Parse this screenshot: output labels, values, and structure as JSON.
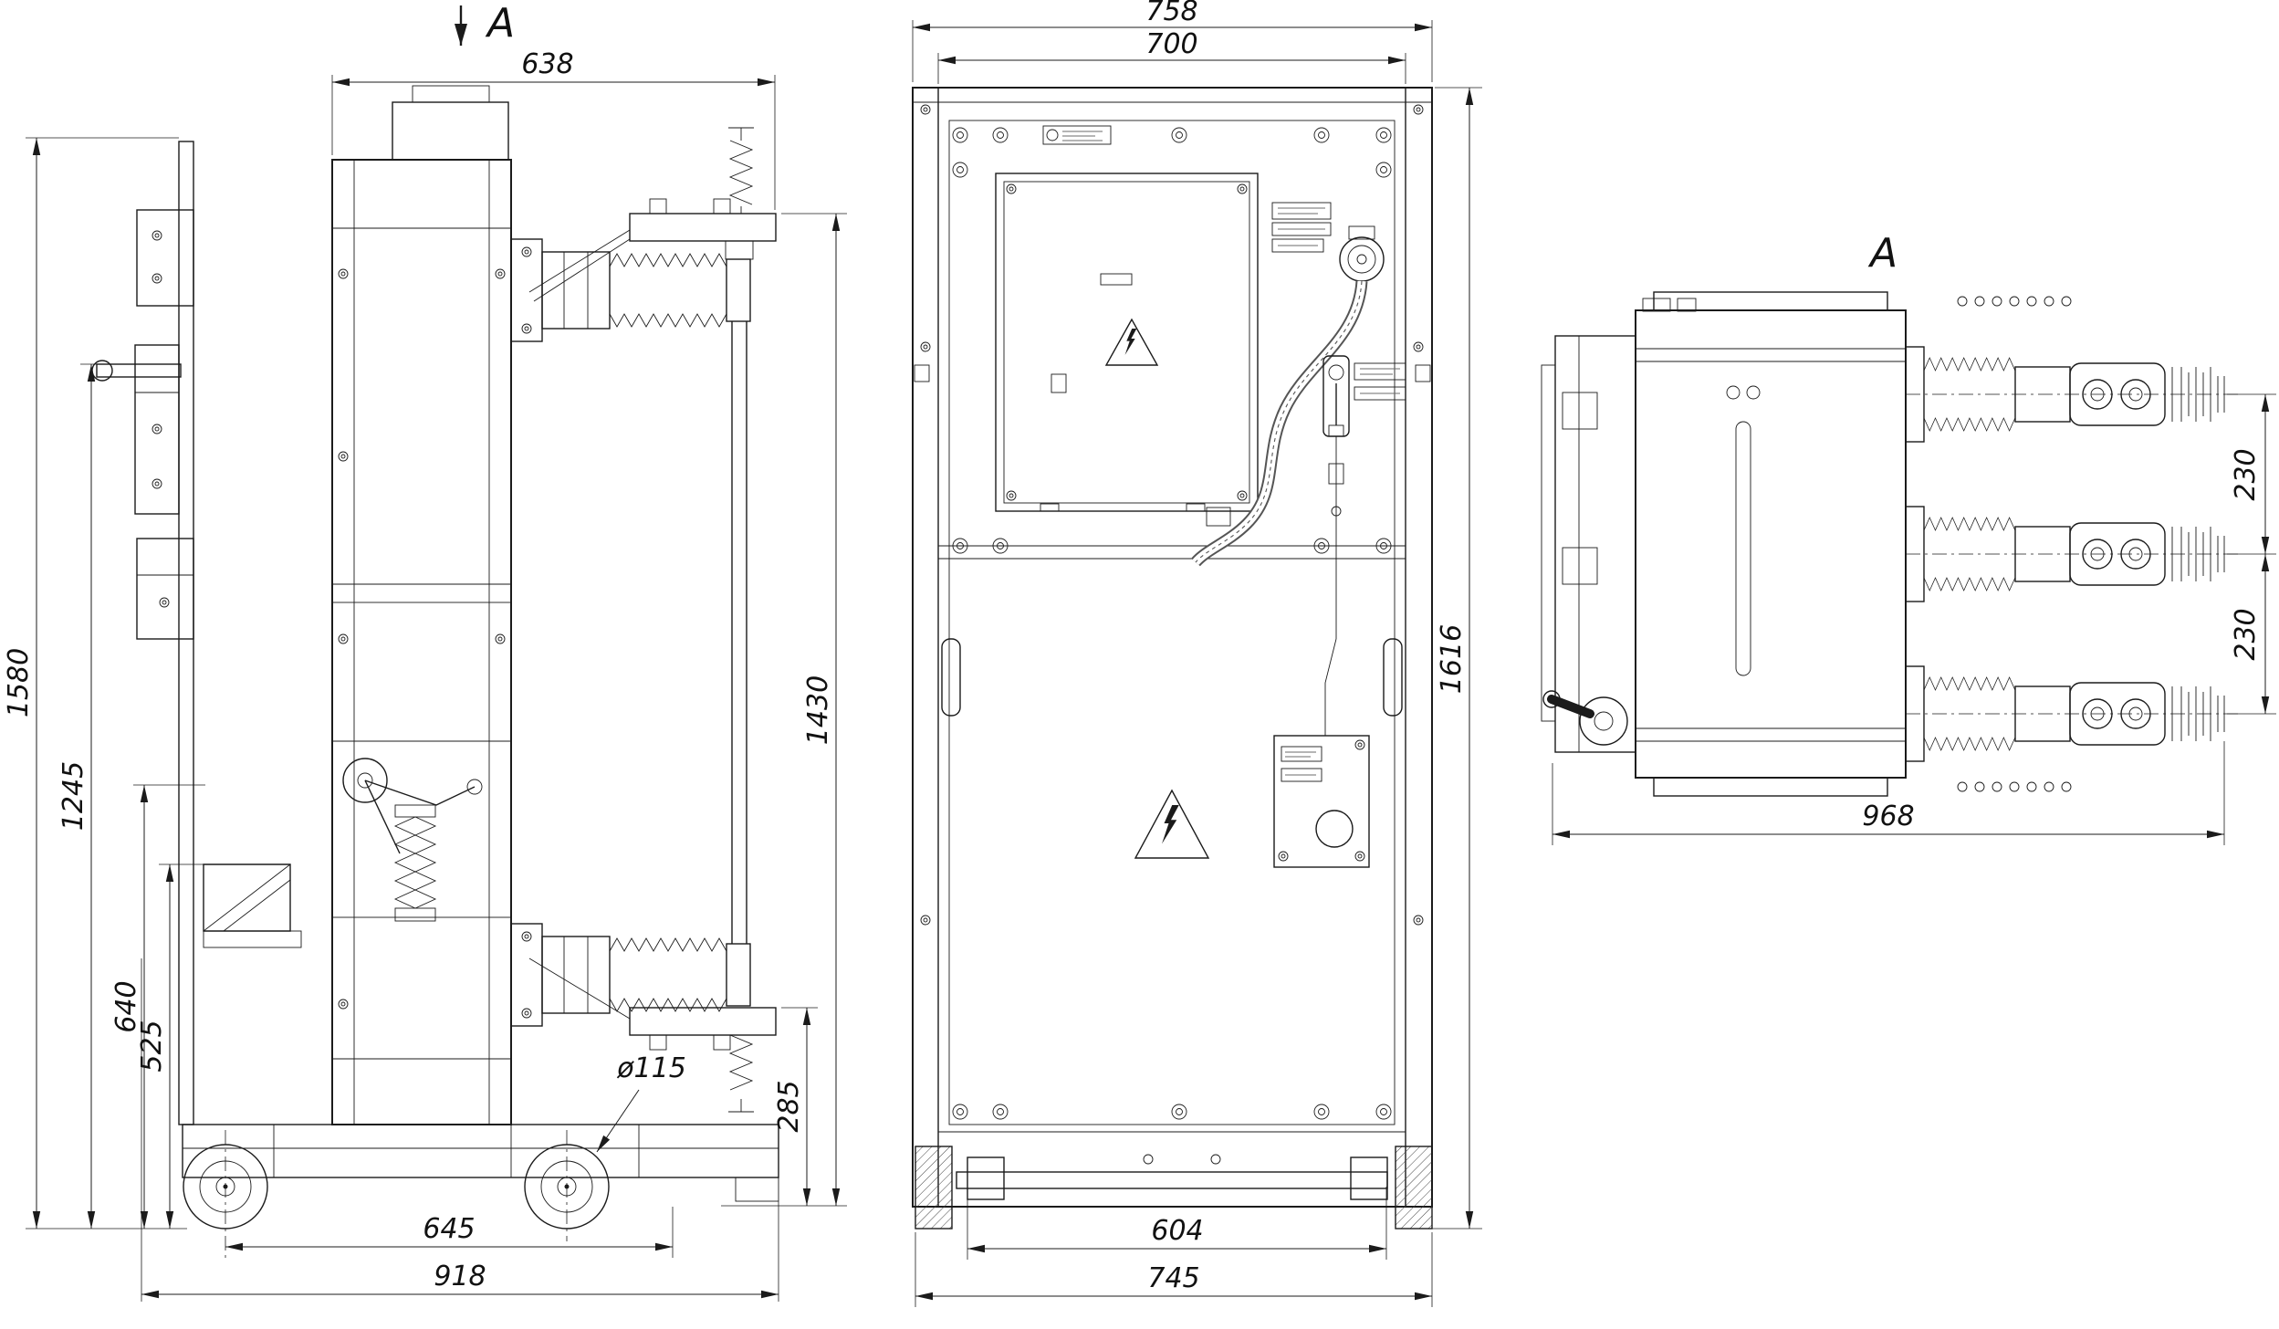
{
  "colors": {
    "ink": "#1b1b1b",
    "background": "#ffffff"
  },
  "side_view": {
    "section_arrow": "A",
    "dims": {
      "top_width": "638",
      "overall_height": "1580",
      "drive_height": "1245",
      "frame_height": "640",
      "base_height": "525",
      "terminal_span": "1430",
      "lower_terminal": "285",
      "wheel_diameter": "ø115",
      "wheel_base": "645",
      "overall_length": "918"
    }
  },
  "front_view": {
    "dims": {
      "overall_width": "758",
      "door_width": "700",
      "overall_height": "1616",
      "axle_span": "604",
      "wheel_span": "745"
    }
  },
  "top_view": {
    "view_label": "A",
    "dims": {
      "pole_pitch_upper": "230",
      "pole_pitch_lower": "230",
      "overall_depth": "968"
    }
  }
}
